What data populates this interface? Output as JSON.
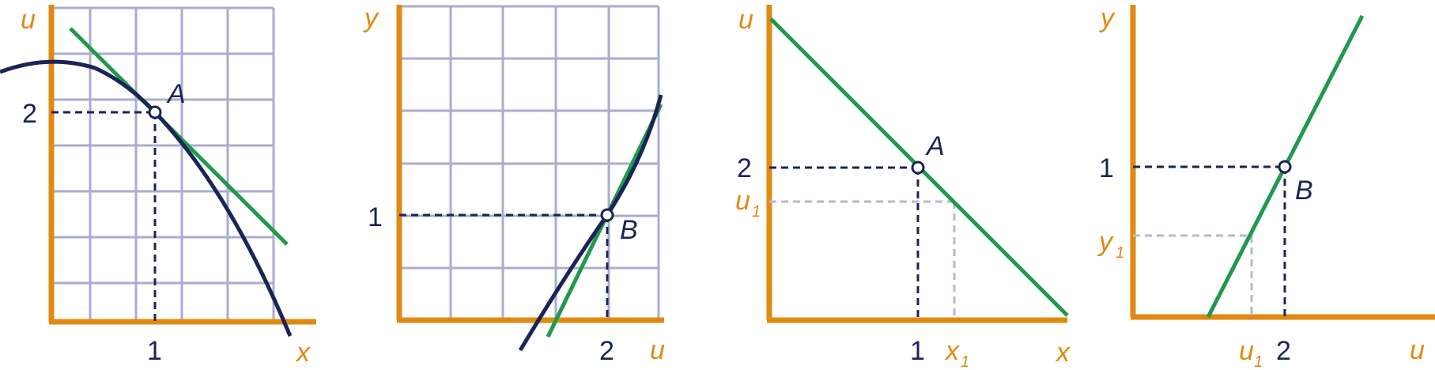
{
  "colors": {
    "axis": "#e08a12",
    "grid": "#a9adcf",
    "curve": "#1b2456",
    "tangent": "#1f9a4c",
    "guide_dark": "#1b2456",
    "guide_light": "#b5b8d2",
    "point_fill": "#ffffff"
  },
  "panels": [
    {
      "y_axis_label": "u",
      "x_axis_label": "x",
      "x_tick": "1",
      "y_tick": "2",
      "point_label": "A"
    },
    {
      "y_axis_label": "y",
      "x_axis_label": "u",
      "x_tick": "2",
      "y_tick": "1",
      "point_label": "B"
    },
    {
      "y_axis_label": "u",
      "x_axis_label": "x",
      "x_tick": "1",
      "y_tick": "2",
      "point_label": "A",
      "x_sub_tick": {
        "base": "x",
        "sub": "1"
      },
      "y_sub_tick": {
        "base": "u",
        "sub": "1"
      }
    },
    {
      "y_axis_label": "y",
      "x_axis_label": "u",
      "x_tick": "2",
      "y_tick": "1",
      "point_label": "B",
      "x_sub_tick": {
        "base": "u",
        "sub": "1"
      },
      "y_sub_tick": {
        "base": "y",
        "sub": "1"
      }
    }
  ]
}
